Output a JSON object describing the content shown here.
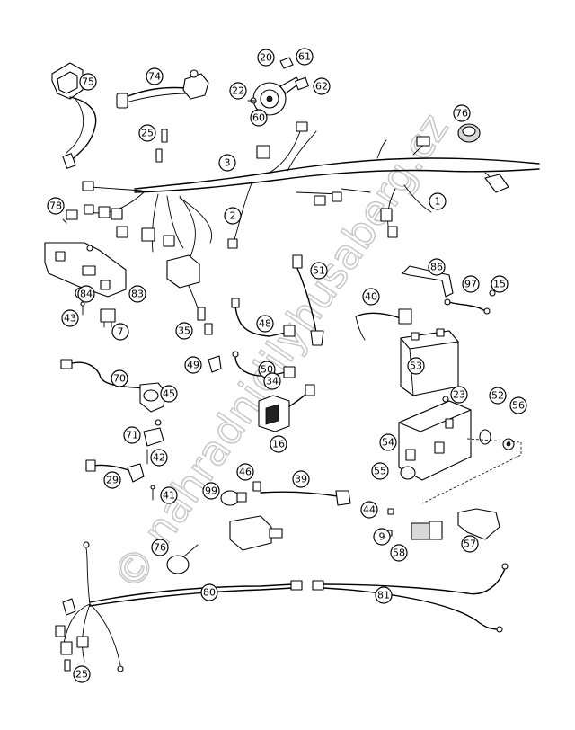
{
  "watermark": "© nahradnidilyhusaberg.cz",
  "callouts": [
    "75",
    "74",
    "20",
    "61",
    "22",
    "62",
    "60",
    "76",
    "25",
    "3",
    "2",
    "1",
    "78",
    "86",
    "15",
    "51",
    "97",
    "83",
    "84",
    "43",
    "7",
    "40",
    "48",
    "35",
    "53",
    "49",
    "50",
    "70",
    "23",
    "34",
    "45",
    "52",
    "56",
    "71",
    "16",
    "54",
    "42",
    "29",
    "46",
    "55",
    "39",
    "99",
    "41",
    "44",
    "9",
    "57",
    "58",
    "76",
    "80",
    "81",
    "25"
  ]
}
